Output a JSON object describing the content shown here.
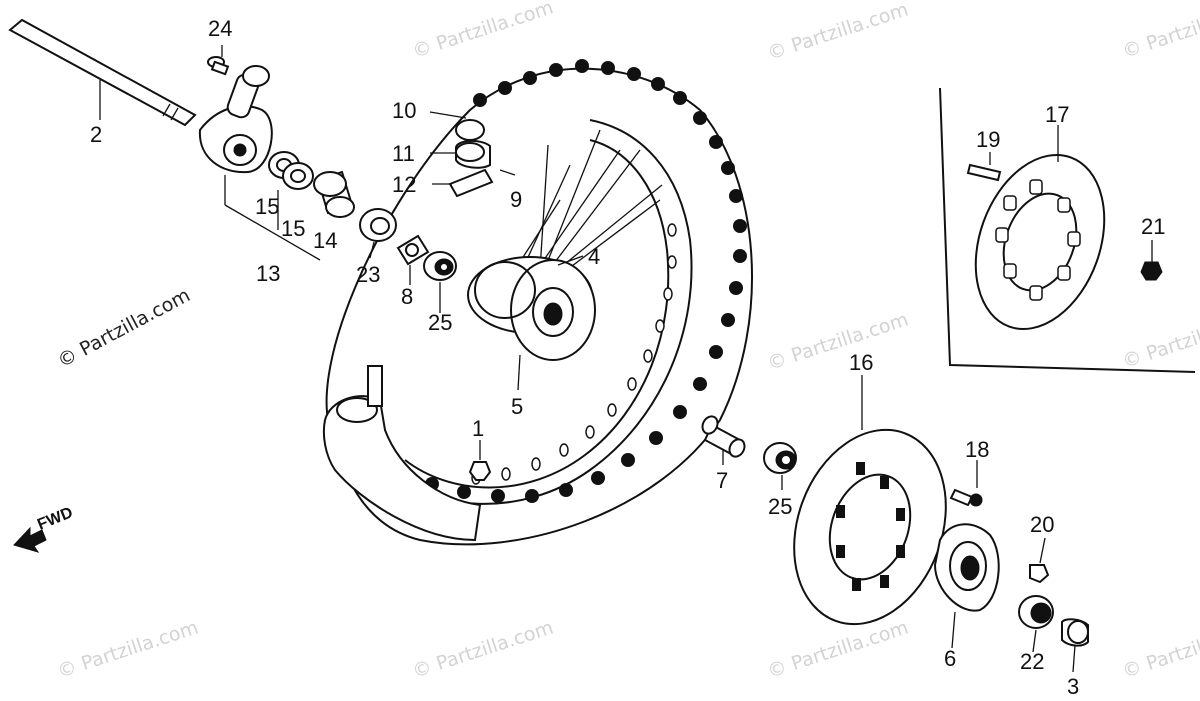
{
  "watermark": "© Partzilla.com",
  "direction_label": "FWD",
  "callouts": {
    "c1": "1",
    "c2": "2",
    "c3": "3",
    "c4": "4",
    "c5": "5",
    "c6": "6",
    "c7": "7",
    "c8": "8",
    "c9": "9",
    "c10": "10",
    "c11": "11",
    "c12": "12",
    "c13": "13",
    "c14": "14",
    "c15a": "15",
    "c15b": "15",
    "c16": "16",
    "c17": "17",
    "c18": "18",
    "c19": "19",
    "c20": "20",
    "c21": "21",
    "c22": "22",
    "c23": "23",
    "c24": "24",
    "c25a": "25",
    "c25b": "25"
  }
}
